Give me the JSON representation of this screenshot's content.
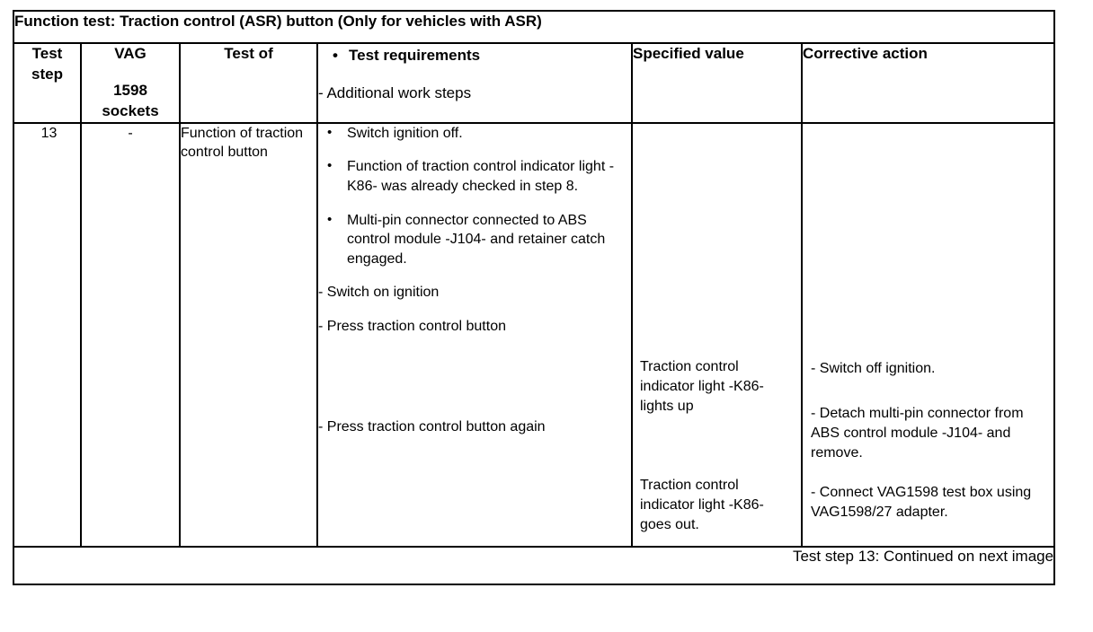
{
  "title": "Function test: Traction control (ASR) button (Only for vehicles with ASR)",
  "columns": {
    "test_step": {
      "line1": "Test",
      "line2": "step"
    },
    "vag": {
      "line1": "VAG",
      "line2": "1598",
      "line3": "sockets"
    },
    "test_of": "Test of",
    "requirements": {
      "bullet_label": "Test requirements",
      "dash_label": "- Additional work steps",
      "bullet_glyph": "•"
    },
    "specified_value": "Specified value",
    "corrective_action": "Corrective action"
  },
  "row": {
    "step": "13",
    "vag_socket": "-",
    "test_of": "Function of traction control button",
    "requirements": {
      "bullets": [
        "Switch ignition off.",
        "Function of traction control indicator light -K86- was already checked in step 8.",
        "Multi-pin connector connected to ABS control module -J104- and retainer catch engaged."
      ],
      "dashes": [
        "- Switch on ignition",
        "- Press traction control button",
        "- Press traction control button again"
      ]
    },
    "specified_values": [
      "Traction control indicator light -K86- lights up",
      "Traction control indicator light -K86- goes out."
    ],
    "corrective_actions": [
      "- Switch off ignition.",
      "- Detach multi-pin connector from ABS control module -J104- and remove.",
      "- Connect VAG1598 test box using VAG1598/27 adapter."
    ]
  },
  "footer": "Test step 13: Continued on next image",
  "colors": {
    "border": "#000000",
    "text": "#000000",
    "background": "#ffffff"
  }
}
